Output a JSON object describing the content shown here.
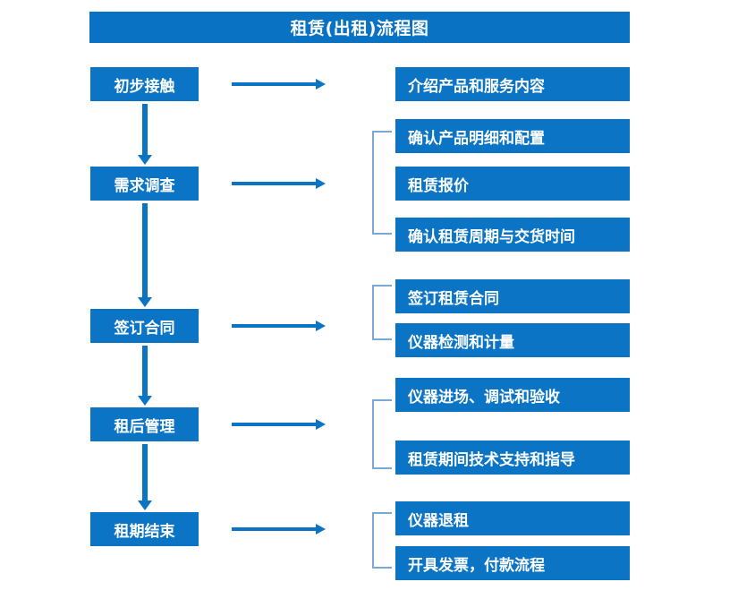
{
  "diagram": {
    "title": "租赁(出租)流程图",
    "colors": {
      "box_blue": "#0b74c4",
      "title_blue": "#0a72c2",
      "bracket_blue": "#7aa8d4",
      "text_white": "#ffffff",
      "background": "#ffffff"
    },
    "stages": [
      {
        "id": "stage-1",
        "label": "初步接触",
        "details": [
          "介绍产品和服务内容"
        ],
        "has_bracket": false
      },
      {
        "id": "stage-2",
        "label": "需求调查",
        "details": [
          "确认产品明细和配置",
          "租赁报价",
          "确认租赁周期与交货时间"
        ],
        "has_bracket": true
      },
      {
        "id": "stage-3",
        "label": "签订合同",
        "details": [
          "签订租赁合同",
          "仪器检测和计量"
        ],
        "has_bracket": true
      },
      {
        "id": "stage-4",
        "label": "租后管理",
        "details": [
          "仪器进场、调试和验收",
          "租赁期间技术支持和指导"
        ],
        "has_bracket": true
      },
      {
        "id": "stage-5",
        "label": "租期结束",
        "details": [
          "仪器退租",
          "开具发票，付款流程"
        ],
        "has_bracket": true
      }
    ],
    "connectors": {
      "horizontal_arrow_count": 5,
      "vertical_arrow_count": 4
    }
  }
}
